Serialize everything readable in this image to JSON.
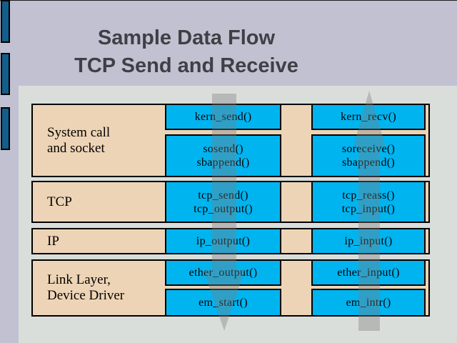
{
  "slide": {
    "title_lines": [
      "Sample Data Flow",
      "TCP Send and Receive"
    ]
  },
  "colors": {
    "slide-bg": "#c2c1d2",
    "panel-bg": "#dadedb",
    "layer-box": "#eed4b6",
    "function-box": "#00b4f0",
    "accent-bar": "#135e8a",
    "title-text": "#403f45",
    "arrow-overlay": "rgba(125,125,125,0.38)"
  },
  "diagram": {
    "send_flow_direction": "down",
    "recv_flow_direction": "up",
    "layers": [
      {
        "label_lines": [
          "System call",
          "and socket"
        ],
        "send": [
          [
            "kern_send()"
          ],
          [
            "sosend()",
            "sbappend()"
          ]
        ],
        "recv": [
          [
            "kern_recv()"
          ],
          [
            "soreceive()",
            "sbappend()"
          ]
        ]
      },
      {
        "label_lines": [
          "TCP"
        ],
        "send": [
          [
            "tcp_send()",
            "tcp_output()"
          ]
        ],
        "recv": [
          [
            "tcp_reass()",
            "tcp_input()"
          ]
        ]
      },
      {
        "label_lines": [
          "IP"
        ],
        "send": [
          [
            "ip_output()"
          ]
        ],
        "recv": [
          [
            "ip_input()"
          ]
        ]
      },
      {
        "label_lines": [
          "Link Layer,",
          "Device Driver"
        ],
        "send": [
          [
            "ether_output()"
          ],
          [
            "em_start()"
          ]
        ],
        "recv": [
          [
            "ether_input()"
          ],
          [
            "em_intr()"
          ]
        ]
      }
    ]
  }
}
